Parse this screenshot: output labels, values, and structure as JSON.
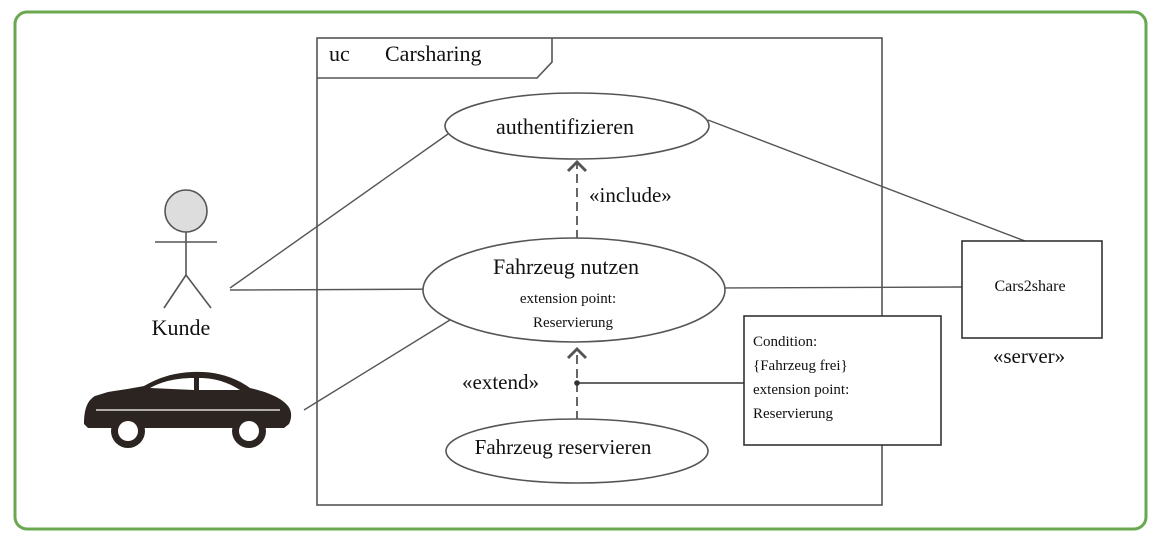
{
  "frame": {
    "kind": "uc",
    "name": "Carsharing"
  },
  "use_cases": {
    "authentifizieren": "authentifizieren",
    "nutzen": "Fahrzeug nutzen",
    "nutzen_ext_label": "extension point:",
    "nutzen_ext_name": "Reservierung",
    "reservieren": "Fahrzeug reservieren"
  },
  "actors": {
    "kunde": "Kunde",
    "server_name": "Cars2share",
    "server_stereotype": "«server»"
  },
  "relations": {
    "include": "«include»",
    "extend": "«extend»"
  },
  "note": {
    "line1": "Condition:",
    "line2": "{Fahrzeug frei}",
    "line3": "extension point:",
    "line4": "Reservierung"
  },
  "colors": {
    "outer_border": "#6aa84f",
    "line": "#555555",
    "dark_line": "#333333",
    "actor_head": "#dddddd",
    "car": "#2b2421"
  }
}
